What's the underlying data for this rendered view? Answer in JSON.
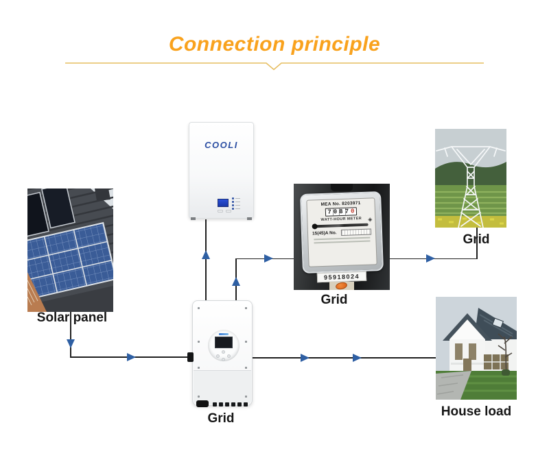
{
  "title": "Connection principle",
  "colors": {
    "accent": "#F9A21D",
    "divider": "#E6BD60",
    "arrow": "#2E5FA3",
    "wire": "#1F1F1F",
    "brand_blue": "#2B4EA2"
  },
  "components": {
    "solar_panel": {
      "label": "Solar panel"
    },
    "battery": {
      "brand": "COOLI"
    },
    "meter": {
      "label": "Grid",
      "header": "MEA No. 8203971",
      "register_digits": "7087",
      "register_last_digit": "0",
      "type_text": "WATT-HOUR METER",
      "rating_text": "15(45)A No.",
      "sticker_serial": "95918024"
    },
    "grid_tower": {
      "label": "Grid"
    },
    "inverter": {
      "label": "Grid"
    },
    "house": {
      "label": "House load"
    }
  }
}
